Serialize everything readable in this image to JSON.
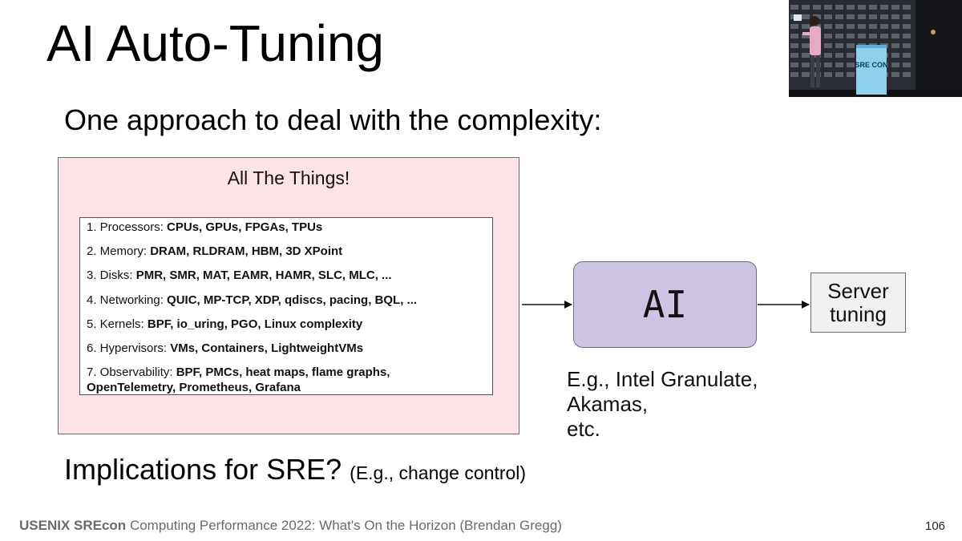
{
  "slide": {
    "title": "AI Auto-Tuning",
    "subtitle": "One approach to deal with the complexity:",
    "things_box": {
      "heading": "All The Things!",
      "items": [
        {
          "label": "1. Processors: ",
          "detail": "CPUs, GPUs, FPGAs, TPUs"
        },
        {
          "label": "2. Memory: ",
          "detail": "DRAM, RLDRAM, HBM, 3D XPoint"
        },
        {
          "label": "3. Disks: ",
          "detail": "PMR, SMR, MAT, EAMR, HAMR, SLC, MLC, ..."
        },
        {
          "label": "4. Networking: ",
          "detail": "QUIC, MP-TCP, XDP, qdiscs, pacing, BQL, ..."
        },
        {
          "label": "5. Kernels: ",
          "detail": "BPF, io_uring, PGO, Linux complexity"
        },
        {
          "label": "6. Hypervisors: ",
          "detail": "VMs, Containers, LightweightVMs"
        },
        {
          "label": "7. Observability: ",
          "detail": "BPF, PMCs, heat maps, flame graphs,",
          "detail2": "OpenTelemetry, Prometheus, Grafana"
        }
      ]
    },
    "ai_box": {
      "label": "AI"
    },
    "server_box": {
      "line1": "Server",
      "line2": "tuning"
    },
    "examples": [
      "E.g., Intel Granulate,",
      "Akamas,",
      "etc."
    ],
    "implications": {
      "main": "Implications for SRE?",
      "aside": "(E.g., change control)"
    },
    "footer": {
      "brand": "USENIX SREcon",
      "text": "Computing Performance 2022: What's On the Horizon (Brendan Gregg)"
    },
    "page_number": "106"
  },
  "video_inset": {
    "sign_text": "SRE CON"
  },
  "colors": {
    "things_bg": "#fbe3e8",
    "ai_bg": "#cdc4e2",
    "server_bg": "#f0f0f0",
    "footer_text": "#6a6a6a"
  }
}
